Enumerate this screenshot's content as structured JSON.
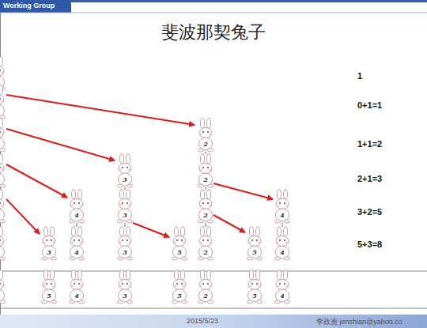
{
  "diagram": {
    "title": "斐波那契兔子",
    "labels": [
      "Working Group",
      "1",
      "0+1=1",
      "1+1=2",
      "2+1=3",
      "3+2=5",
      "5+3=8",
      "2",
      "3",
      "2",
      "4",
      "3",
      "2",
      "4",
      "3",
      "4",
      "3",
      "5",
      "2",
      "5",
      "4",
      "5",
      "4",
      "3",
      "5",
      "2",
      "5",
      "4",
      "2015/5/23",
      "李政憲 jenshian@yahoo.co"
    ]
  }
}
